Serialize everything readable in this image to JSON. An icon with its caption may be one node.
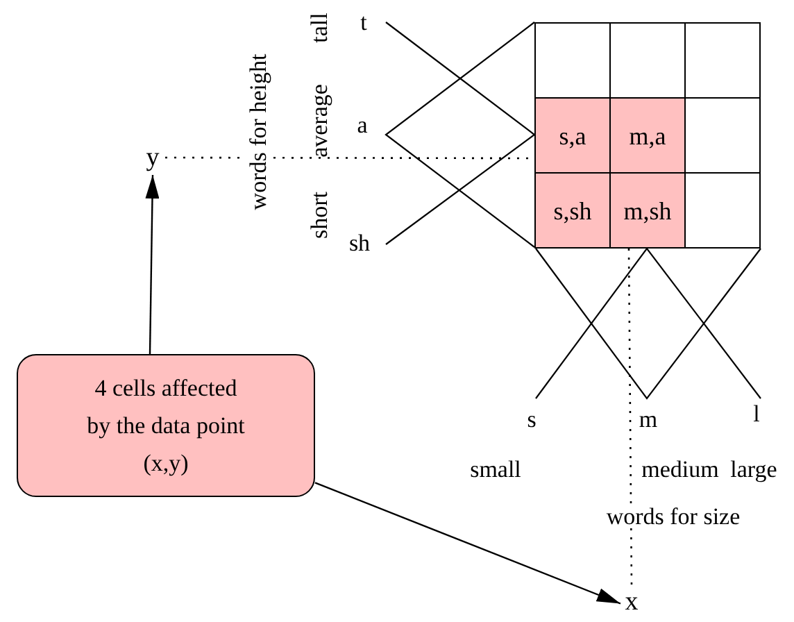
{
  "diagram": {
    "nodes": [
      {
        "text": [],
        "shape": "box"
      },
      {
        "text": [],
        "shape": "box"
      },
      {
        "text": [],
        "shape": "box"
      },
      {
        "text": [
          "s,a"
        ]
      },
      {
        "text": [
          "m,a"
        ]
      },
      {
        "text": [],
        "shape": "box"
      },
      {
        "text": [
          "s,sh"
        ]
      },
      {
        "text": [
          "m,sh"
        ]
      },
      {
        "text": [],
        "shape": "box"
      },
      {
        "text": [
          "y"
        ]
      },
      {
        "text": [
          "4 cells affected by the data point (x,y)"
        ]
      },
      {
        "text": [
          "x"
        ]
      }
    ],
    "edges": [
      {
        "from": 10,
        "to": 9,
        "arrow": "to"
      },
      {
        "from": 10,
        "to": 11,
        "arrow": "to"
      },
      {
        "from": 9,
        "to": 3,
        "arrow": "none",
        "style": "dashed"
      },
      {
        "from": 7,
        "to": 11,
        "arrow": "none",
        "style": "dashed"
      }
    ],
    "labels": [
      "t",
      "a",
      "sh",
      "tall",
      "average",
      "short",
      "words for height",
      "s",
      "m",
      "l",
      "small",
      "medium",
      "large",
      "words for size"
    ]
  }
}
